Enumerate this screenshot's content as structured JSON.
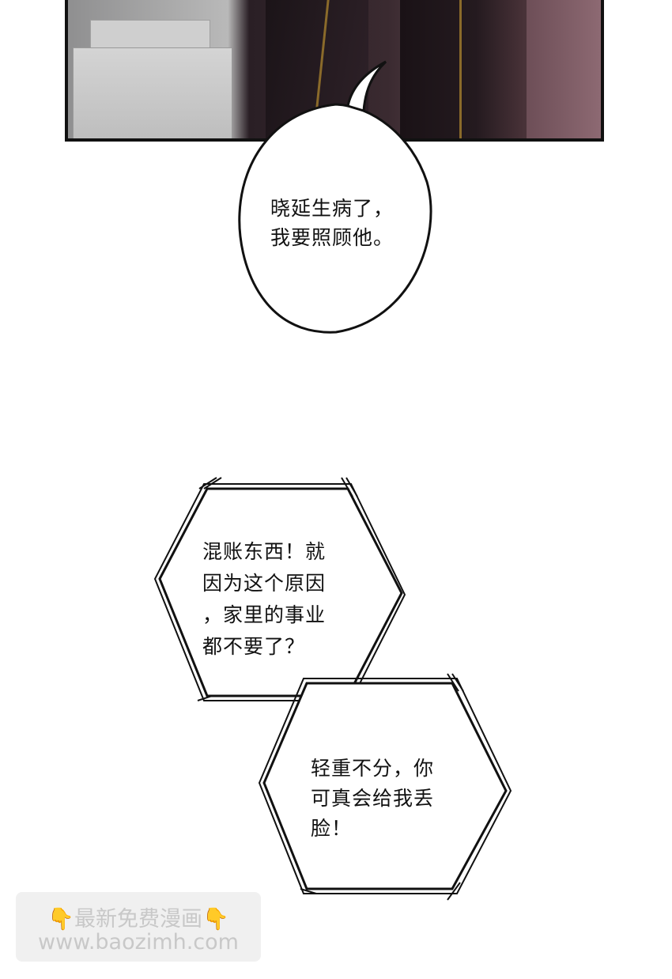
{
  "bubble1": {
    "text": "晓延生病了，\n我要照顾他。"
  },
  "bubble2": {
    "text": "混账东西！就\n因为这个原因\n，家里的事业\n都不要了？"
  },
  "bubble3": {
    "text": "轻重不分，你\n可真会给我丢\n脸！"
  },
  "watermark": {
    "title": "最新免费漫画",
    "hand_icon": "pointing-down-hand-icon",
    "url": "www.baozimh.com"
  }
}
